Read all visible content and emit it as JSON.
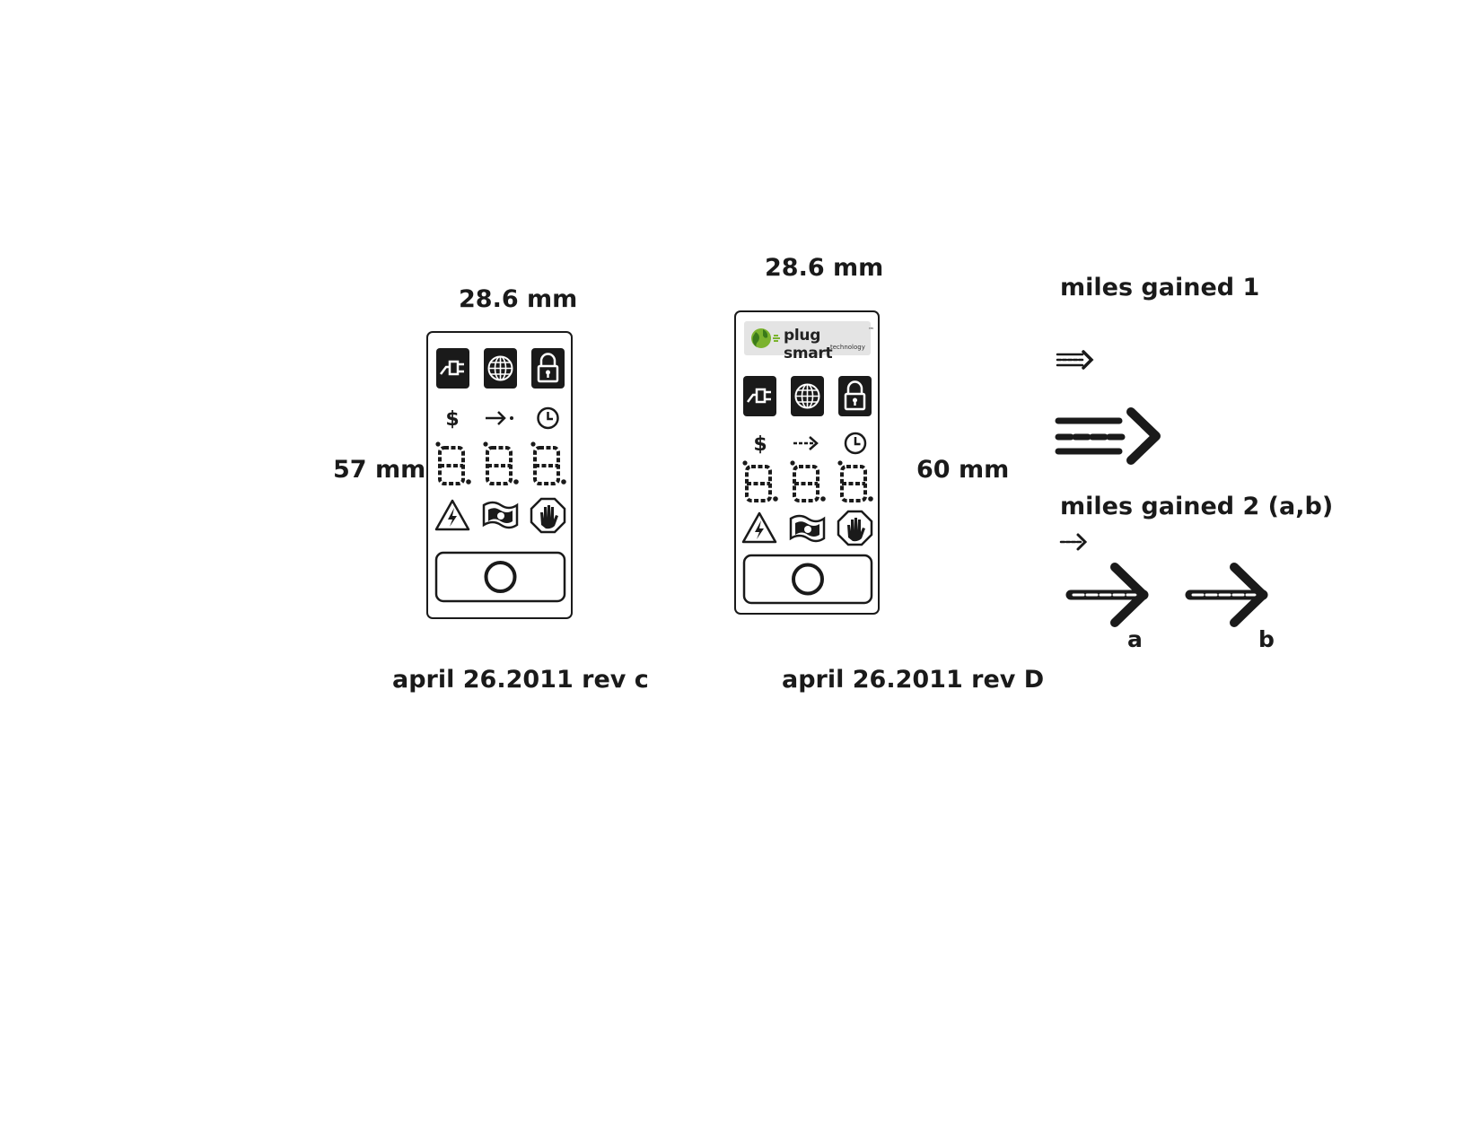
{
  "device_c": {
    "width_label": "28.6 mm",
    "height_label": "57 mm",
    "caption": "april 26.2011 rev c",
    "top_icons": [
      "plug-icon",
      "globe-icon",
      "lock-icon"
    ],
    "indicator_icons": [
      "dollar-icon",
      "arrow-dot-icon",
      "clock-icon"
    ],
    "dollar_glyph": "$",
    "digits": [
      "8.",
      "8.",
      "8."
    ],
    "alert_icons": [
      "lightning-warning-icon",
      "money-icon",
      "stop-hand-icon"
    ],
    "button_icon": "circle-button-icon"
  },
  "device_d": {
    "width_label": "28.6 mm",
    "height_label": "60 mm",
    "caption": "april 26.2011 rev D",
    "logo": {
      "name": "plug smart",
      "trademark": "™",
      "tagline": "technology",
      "colors": [
        "#7bb32e",
        "#3a7a1a"
      ]
    },
    "top_icons": [
      "plug-icon",
      "globe-icon",
      "lock-icon"
    ],
    "indicator_icons": [
      "dollar-icon",
      "dashed-arrow-icon",
      "clock-icon"
    ],
    "dollar_glyph": "$",
    "digits": [
      "8.",
      "8.",
      "8."
    ],
    "alert_icons": [
      "lightning-warning-icon",
      "money-icon",
      "stop-hand-icon"
    ],
    "button_icon": "circle-button-icon"
  },
  "miles": {
    "title_1": "miles gained 1",
    "title_2": "miles gained 2 (a,b)",
    "label_a": "a",
    "label_b": "b"
  }
}
